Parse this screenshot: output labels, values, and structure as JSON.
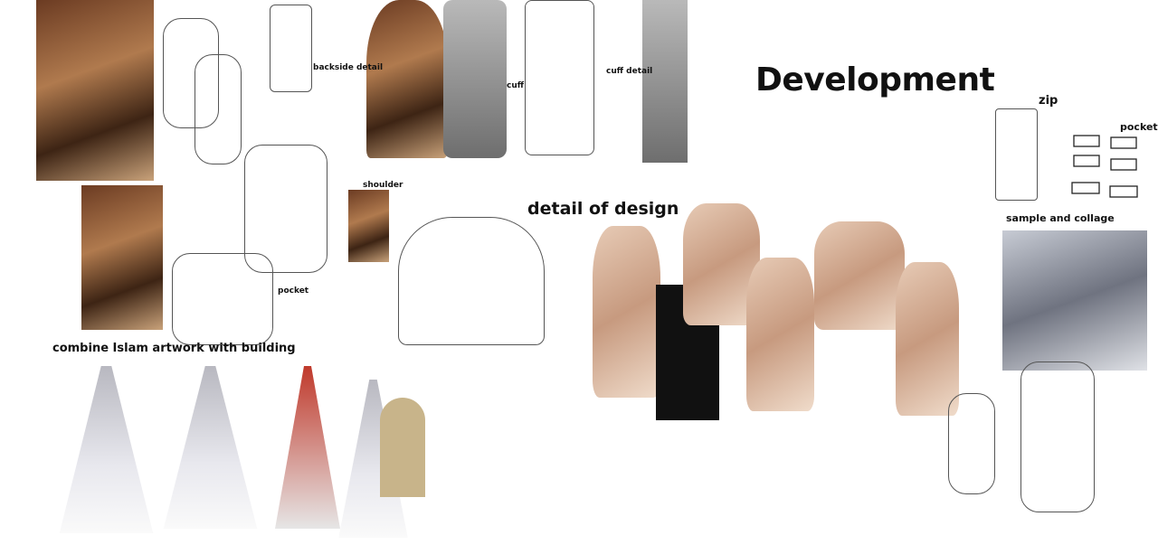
{
  "title": "Development",
  "labels": {
    "backside_detail": "backside detail",
    "cuff": "cuff",
    "cuff_detail": "cuff detail",
    "zip": "zip",
    "pocket_right": "pocket",
    "sample_and_collage": "sample and collage",
    "shoulder": "shoulder",
    "detail_of_design": "detail of design",
    "pocket_left": "pocket",
    "combine": "combine Islam artwork with building"
  }
}
